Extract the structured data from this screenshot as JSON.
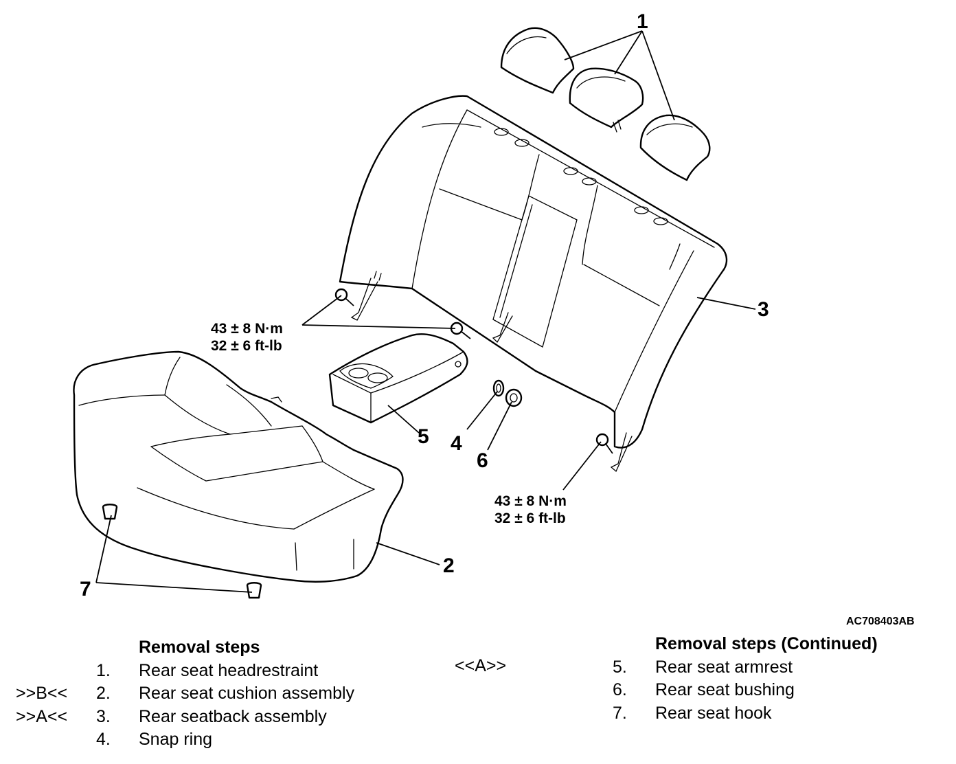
{
  "diagram_code": "AC708403AB",
  "callouts": [
    "1",
    "2",
    "3",
    "4",
    "5",
    "6",
    "7"
  ],
  "torque_specs": [
    {
      "nm": "43 ± 8 N·m",
      "ftlb": "32 ± 6 ft-lb"
    },
    {
      "nm": "43 ± 8 N·m",
      "ftlb": "32 ± 6 ft-lb"
    }
  ],
  "removal_steps": {
    "title": "Removal steps",
    "continued_title": "Removal steps (Continued)",
    "left": [
      {
        "mark": "",
        "num": "1.",
        "label": "Rear seat headrestraint"
      },
      {
        "mark": ">>B<<",
        "num": "2.",
        "label": "Rear seat cushion assembly"
      },
      {
        "mark": ">>A<<",
        "num": "3.",
        "label": "Rear seatback assembly"
      },
      {
        "mark": "",
        "num": "4.",
        "label": "Snap ring"
      }
    ],
    "right_mark": "<<A>>",
    "right": [
      {
        "num": "5.",
        "label": "Rear seat armrest"
      },
      {
        "num": "6.",
        "label": "Rear seat bushing"
      },
      {
        "num": "7.",
        "label": "Rear seat hook"
      }
    ]
  }
}
